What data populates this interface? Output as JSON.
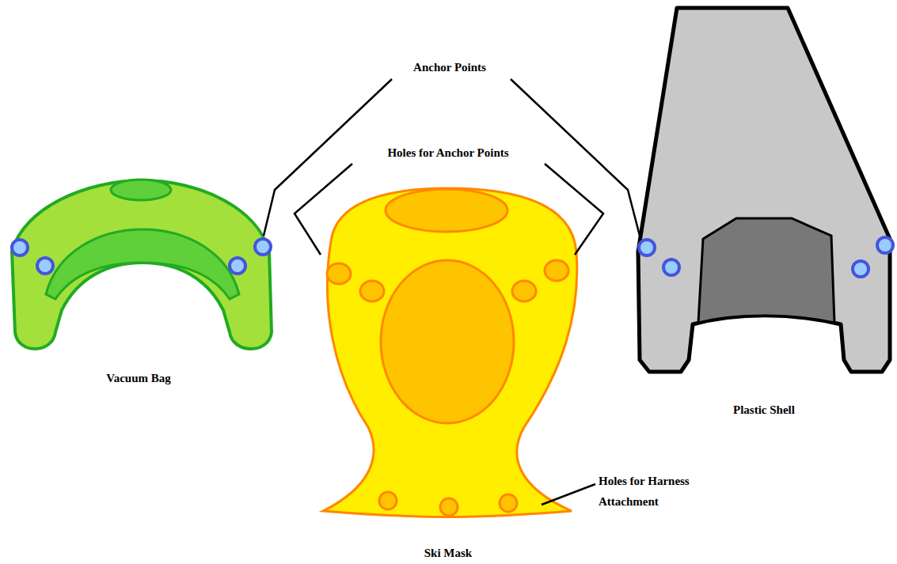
{
  "diagram": {
    "labels": [
      "Anchor Points",
      "Holes for Anchor Points",
      "Vacuum Bag",
      "Ski Mask",
      "Plastic Shell",
      "Holes for Harness Attachment"
    ]
  }
}
